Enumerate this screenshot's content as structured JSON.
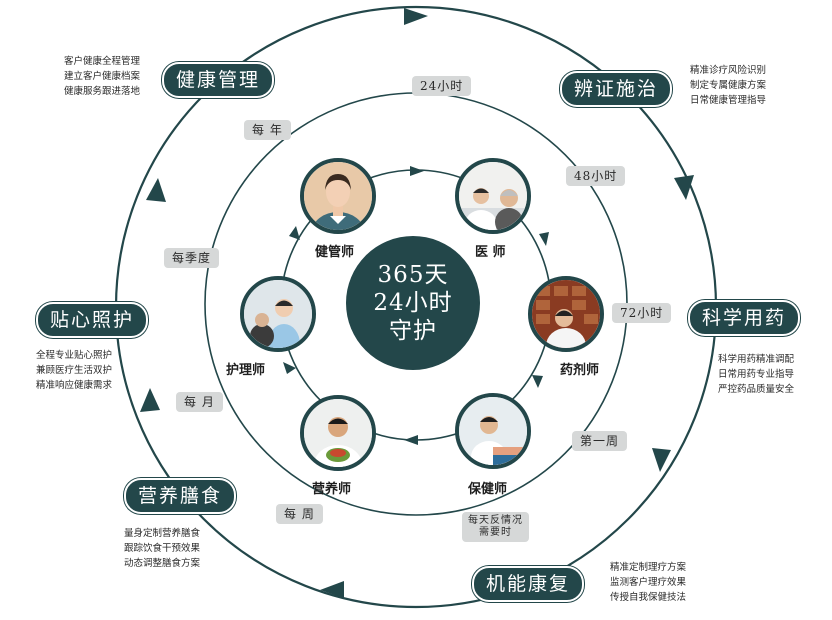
{
  "colors": {
    "primary": "#23474a",
    "tag_bg": "#d6d8d8",
    "text": "#2a2a2a"
  },
  "center": {
    "line1": "365天",
    "line2": "24小时",
    "line3": "守护"
  },
  "roles": [
    {
      "key": "health-manager",
      "label": "健管师",
      "icon": "health-manager-avatar-icon"
    },
    {
      "key": "doctor",
      "label": "医 师",
      "icon": "doctor-avatar-icon"
    },
    {
      "key": "pharmacist",
      "label": "药剂师",
      "icon": "pharmacist-avatar-icon"
    },
    {
      "key": "health-care",
      "label": "保健师",
      "icon": "health-care-avatar-icon"
    },
    {
      "key": "nutritionist",
      "label": "营养师",
      "icon": "nutritionist-avatar-icon"
    },
    {
      "key": "nurse",
      "label": "护理师",
      "icon": "nurse-avatar-icon"
    }
  ],
  "services": [
    {
      "key": "health-management",
      "label": "健康管理",
      "items": [
        "客户健康全程管理",
        "建立客户健康档案",
        "健康服务跟进落地"
      ]
    },
    {
      "key": "diagnosis",
      "label": "辨证施治",
      "items": [
        "精准诊疗风险识别",
        "制定专属健康方案",
        "日常健康管理指导"
      ]
    },
    {
      "key": "medication",
      "label": "科学用药",
      "items": [
        "科学用药精准调配",
        "日常用药专业指导",
        "严控药品质量安全"
      ]
    },
    {
      "key": "rehab",
      "label": "机能康复",
      "items": [
        "精准定制理疗方案",
        "监测客户理疗效果",
        "传授自我保健技法"
      ]
    },
    {
      "key": "nutrition",
      "label": "营养膳食",
      "items": [
        "量身定制营养膳食",
        "跟踪饮食干预效果",
        "动态调整膳食方案"
      ]
    },
    {
      "key": "care",
      "label": "贴心照护",
      "items": [
        "全程专业贴心照护",
        "兼顾医疗生活双护",
        "精准响应健康需求"
      ]
    }
  ],
  "frequencies": {
    "f24h": "24小时",
    "f48h": "48小时",
    "f72h": "72小时",
    "week1": "第一周",
    "daily_1": "每天反情况",
    "daily_2": "需要时",
    "weekly": "每 周",
    "monthly": "每 月",
    "quarterly": "每季度",
    "yearly": "每 年"
  }
}
